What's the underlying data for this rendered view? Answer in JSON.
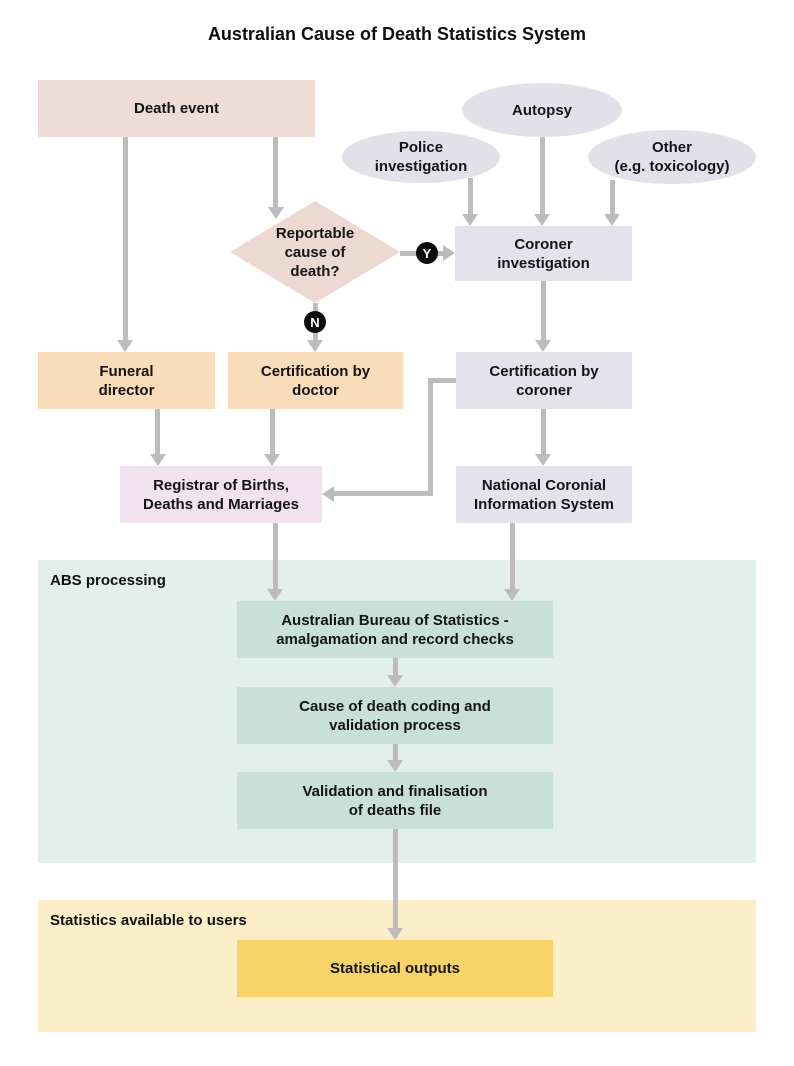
{
  "title": "Australian Cause of Death Statistics System",
  "nodes": {
    "death_event": {
      "label": "Death event"
    },
    "autopsy": {
      "label": "Autopsy"
    },
    "police_investigation": {
      "label": "Police\ninvestigation"
    },
    "other_toxicology": {
      "label": "Other\n(e.g. toxicology)"
    },
    "reportable_cause": {
      "label": "Reportable\ncause of\ndeath?"
    },
    "coroner_investigation": {
      "label": "Coroner\ninvestigation"
    },
    "funeral_director": {
      "label": "Funeral\ndirector"
    },
    "certification_by_doctor": {
      "label": "Certification by\ndoctor"
    },
    "certification_by_coroner": {
      "label": "Certification by\ncoroner"
    },
    "registrar": {
      "label": "Registrar of Births,\nDeaths and Marriages"
    },
    "ncis": {
      "label": "National Coronial\nInformation System"
    },
    "abs_amalgamation": {
      "label": "Australian Bureau of Statistics -\namalgamation and record checks"
    },
    "cod_coding": {
      "label": "Cause of death coding and\nvalidation process"
    },
    "validation_finalisation": {
      "label": "Validation and finalisation\nof deaths file"
    },
    "statistical_outputs": {
      "label": "Statistical outputs"
    }
  },
  "sections": {
    "abs_processing": {
      "label": "ABS processing"
    },
    "stats_available": {
      "label": "Statistics available to users"
    }
  },
  "badges": {
    "yes": "Y",
    "no": "N"
  },
  "colors": {
    "death_event_fill": "#eedcd7",
    "decision_fill": "#ecd9d2",
    "coroner_fill": "#e4e3ec",
    "source_ellipse_fill": "#e2e1ea",
    "certifier_fill": "#f9dcba",
    "registrar_fill": "#f2e2ee",
    "abs_section_fill": "#e3efea",
    "abs_box_fill": "#c9e0d9",
    "stats_section_fill": "#fbeec9",
    "outputs_fill": "#f8d367",
    "arrow": "#bcbcbc",
    "badge": "#0c0c0c",
    "text": "#141414"
  }
}
